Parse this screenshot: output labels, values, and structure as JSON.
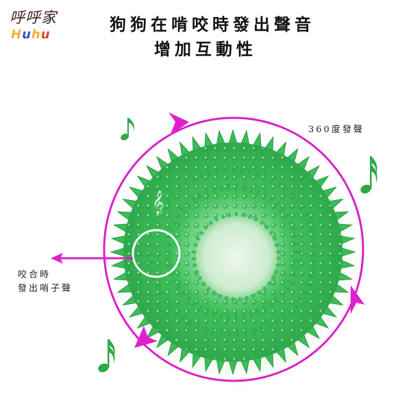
{
  "logo": {
    "chinese": "呼呼家",
    "english_letters": [
      "H",
      "u",
      "h",
      "u"
    ]
  },
  "headline": {
    "line1": "狗狗在啃咬時發出聲音",
    "line2": "增加互動性"
  },
  "annotations": {
    "rotation_label": "360度發聲",
    "bite_label_line1": "咬合時",
    "bite_label_line2": "發出哨子聲"
  },
  "product": {
    "name": "spiky-ring-dog-toy",
    "color": "#3fbf5a"
  },
  "colors": {
    "arrow": "#e020d0",
    "toy_green": "#3fbf5a",
    "note_green": "#2fa84a",
    "highlight_ring": "#ffffff"
  },
  "icons": [
    "music-note-icon",
    "music-note-icon",
    "music-note-icon",
    "treble-clef-icon"
  ]
}
